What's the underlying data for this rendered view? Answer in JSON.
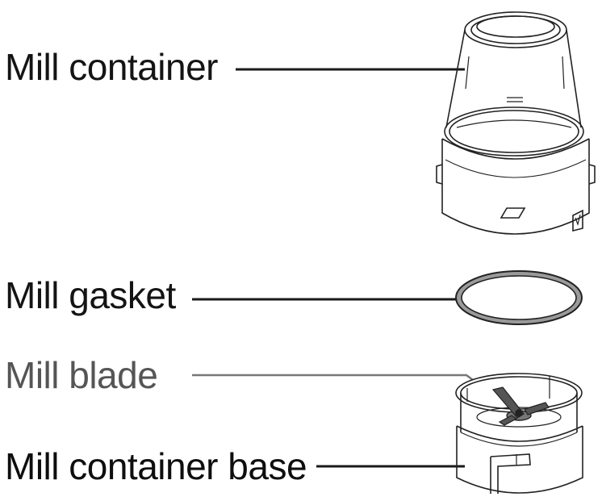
{
  "parts": {
    "container": {
      "label": "Mill container"
    },
    "gasket": {
      "label": "Mill gasket"
    },
    "blade": {
      "label": "Mill blade"
    },
    "base": {
      "label": "Mill container base"
    }
  },
  "colors": {
    "line_dark": "#1a1a1a",
    "line_blade": "#777777",
    "outline": "#222222",
    "gasket_fill": "#9a9a9a"
  }
}
